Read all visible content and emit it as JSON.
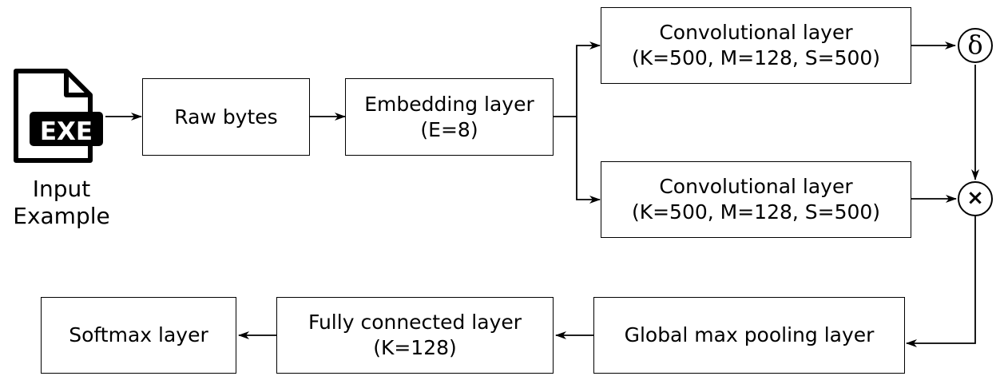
{
  "input": {
    "icon_label": "EXE",
    "icon": "exe-file-icon",
    "caption_lines": [
      "Input",
      "Example"
    ]
  },
  "nodes": {
    "raw_bytes": {
      "lines": [
        "Raw bytes"
      ]
    },
    "embedding": {
      "lines": [
        "Embedding layer",
        "(E=8)"
      ]
    },
    "conv_top": {
      "lines": [
        "Convolutional layer",
        "(K=500, M=128, S=500)"
      ]
    },
    "conv_bottom": {
      "lines": [
        "Convolutional layer",
        "(K=500, M=128, S=500)"
      ]
    },
    "global_max_pool": {
      "lines": [
        "Global max pooling layer"
      ]
    },
    "fully_connected": {
      "lines": [
        "Fully connected layer",
        "(K=128)"
      ]
    },
    "softmax": {
      "lines": [
        "Softmax layer"
      ]
    }
  },
  "operators": {
    "sigmoid": {
      "symbol": "δ",
      "icon": "sigmoid-delta-icon"
    },
    "multiply": {
      "symbol": "×",
      "icon": "multiply-icon"
    }
  },
  "edges": [
    {
      "from": "input",
      "to": "raw_bytes"
    },
    {
      "from": "raw_bytes",
      "to": "embedding"
    },
    {
      "from": "embedding",
      "to": "conv_top"
    },
    {
      "from": "embedding",
      "to": "conv_bottom"
    },
    {
      "from": "conv_top",
      "to": "sigmoid"
    },
    {
      "from": "sigmoid",
      "to": "multiply"
    },
    {
      "from": "conv_bottom",
      "to": "multiply"
    },
    {
      "from": "multiply",
      "to": "global_max_pool"
    },
    {
      "from": "global_max_pool",
      "to": "fully_connected"
    },
    {
      "from": "fully_connected",
      "to": "softmax"
    }
  ]
}
